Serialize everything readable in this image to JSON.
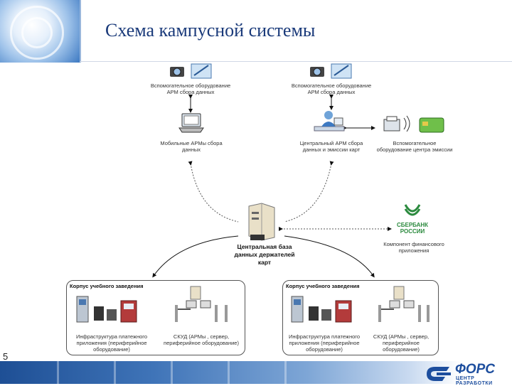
{
  "slide": {
    "title": "Схема кампусной системы",
    "page_number": "5"
  },
  "nodes": {
    "aux_equipment_left": "Вспомогательное оборудование АРМ сбора данных",
    "aux_equipment_center": "Вспомогательное оборудование АРМ сбора данных",
    "mobile_arm": "Мобильные АРМы сбора данных",
    "central_arm": "Центральный АРМ сбора данных и эмиссии карт",
    "aux_emission": "Вспомогательное оборудование центра эмиссии",
    "central_db": "Центральная база данных держателей карт",
    "bank_name_line1": "СБЕРБАНК",
    "bank_name_line2": "РОССИИ",
    "bank_component": "Компонент финансового приложения"
  },
  "panels": {
    "left": {
      "title": "Корпус учебного заведения",
      "payment": "Инфраструктура платежного приложения (периферийное оборудование)",
      "skud": "СКУД (АРМы , сервер, периферийное оборудование)"
    },
    "right": {
      "title": "Корпус учебного заведения",
      "payment": "Инфраструктура платежного приложения (периферийное оборудование)",
      "skud": "СКУД (АРМы , сервер, периферийное оборудование)"
    }
  },
  "footer": {
    "logo": "ФОРС",
    "logo_sub": "ЦЕНТР РАЗРАБОТКИ"
  },
  "colors": {
    "title": "#1a3a7a",
    "brand": "#1d4e9e",
    "sber": "#2b8a3e"
  }
}
